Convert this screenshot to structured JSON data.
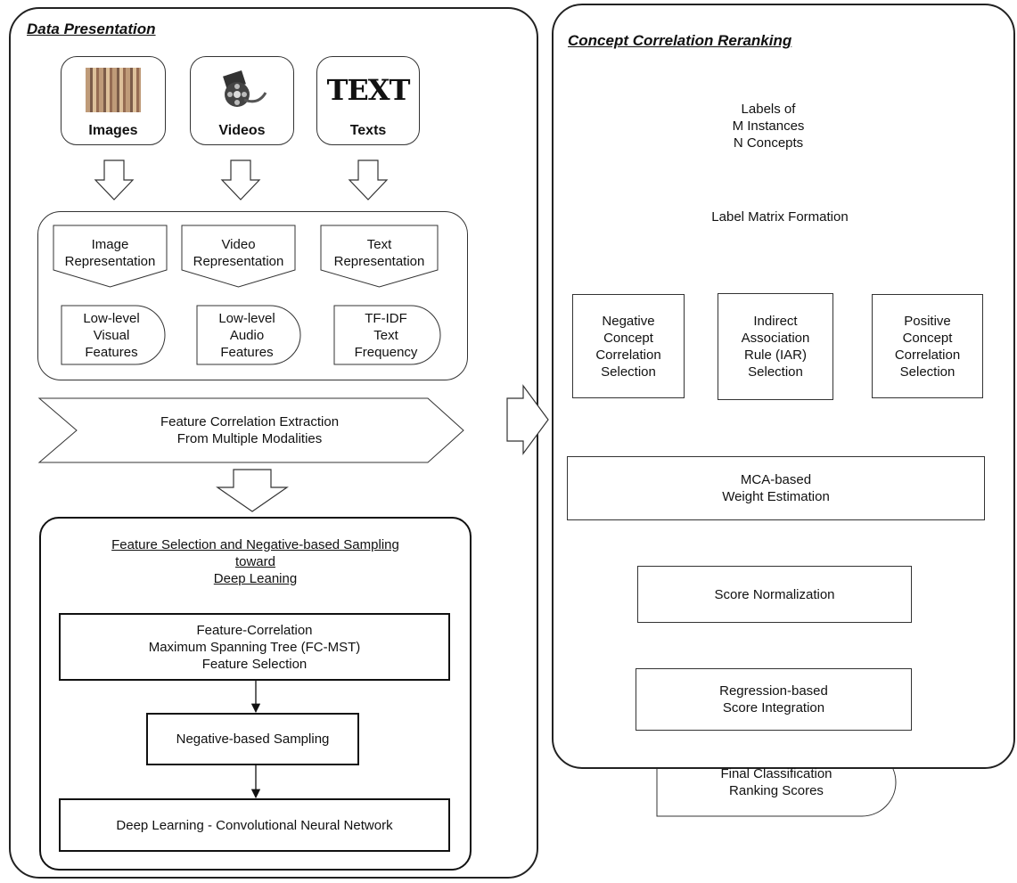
{
  "left_panel": {
    "title": "Data Presentation",
    "media": [
      {
        "label": "Images",
        "icon": "image-collage-icon"
      },
      {
        "label": "Videos",
        "icon": "film-reel-icon"
      },
      {
        "label": "Texts",
        "icon": "text-logo-icon",
        "icon_text": "TEXT"
      }
    ],
    "representations": [
      "Image\nRepresentation",
      "Video\nRepresentation",
      "Text\nRepresentation"
    ],
    "features": [
      "Low-level\nVisual\nFeatures",
      "Low-level\nAudio\nFeatures",
      "TF-IDF\nText\nFrequency"
    ],
    "correlation_extraction": "Feature Correlation Extraction\nFrom Multiple Modalities",
    "subpanel": {
      "title": "Feature Selection and Negative-based Sampling\ntoward\nDeep Leaning",
      "fc_mst": "Feature-Correlation\nMaximum Spanning Tree (FC-MST)\nFeature Selection",
      "sampling": "Negative-based Sampling",
      "cnn": "Deep Learning - Convolutional Neural Network"
    }
  },
  "right_panel": {
    "title": "Concept Correlation Reranking",
    "labels": "Labels of\nM Instances\nN Concepts",
    "label_matrix": "Label Matrix Formation",
    "negative": "Negative\nConcept\nCorrelation\nSelection",
    "iar": "Indirect\nAssociation\nRule (IAR)\nSelection",
    "positive": "Positive\nConcept\nCorrelation\nSelection",
    "mca": "MCA-based\nWeight Estimation",
    "score_norm": "Score Normalization",
    "regression": "Regression-based\nScore Integration"
  },
  "final": "Final Classification\nRanking Scores"
}
